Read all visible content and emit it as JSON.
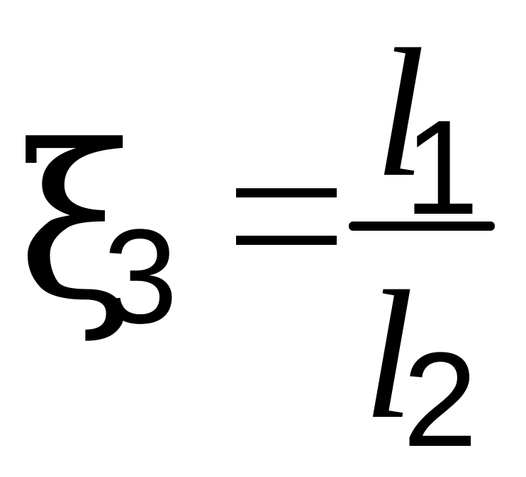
{
  "formula": {
    "lhs": {
      "symbol": "ξ",
      "subscript": "3"
    },
    "relation": "=",
    "numerator": {
      "symbol": "l",
      "subscript": "1"
    },
    "denominator": {
      "symbol": "l",
      "subscript": "2"
    }
  }
}
